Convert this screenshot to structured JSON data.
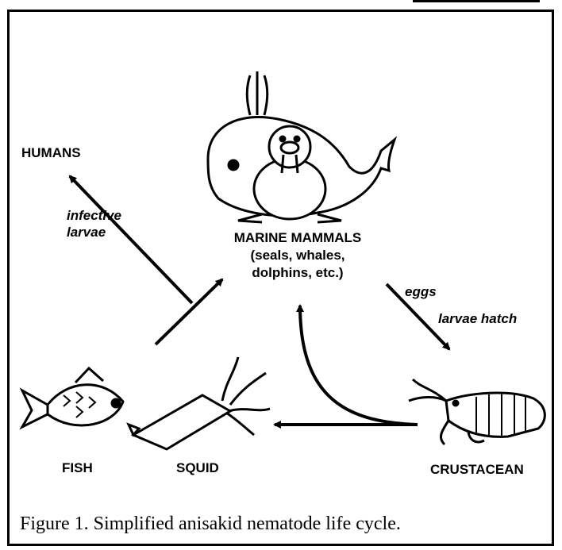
{
  "labels": {
    "humans": "HUMANS",
    "infective": "infective",
    "larvae": "larvae",
    "marine_mammals": "MARINE MAMMALS",
    "mammal_examples_1": "(seals, whales,",
    "mammal_examples_2": "dolphins, etc.)",
    "eggs": "eggs",
    "larvae_hatch": "larvae hatch",
    "fish": "FISH",
    "squid": "SQUID",
    "crustacean": "CRUSTACEAN"
  },
  "caption": "Figure 1. Simplified anisakid nematode life cycle."
}
